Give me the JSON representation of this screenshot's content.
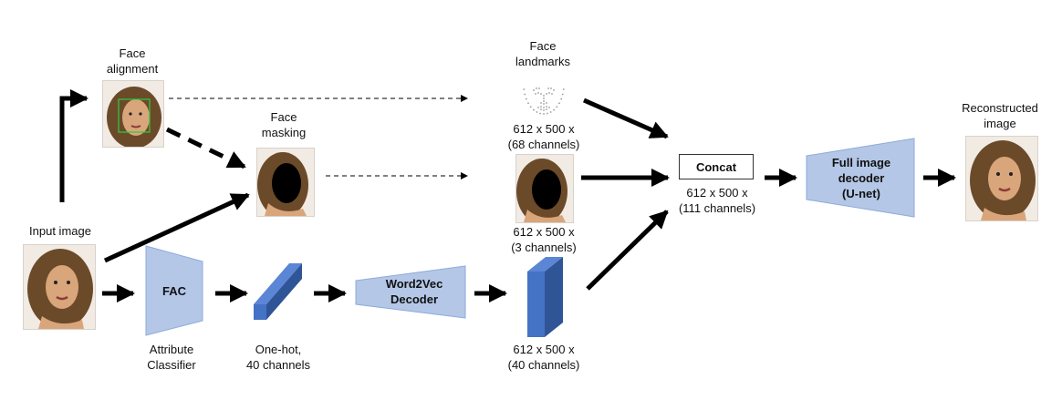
{
  "labels": {
    "face_alignment": "Face\nalignment",
    "face_masking": "Face\nmasking",
    "face_landmarks": "Face\nlandmarks",
    "reconstructed_image": "Reconstructed\nimage",
    "input_image": "Input image",
    "attribute_classifier": "Attribute\nClassifier",
    "one_hot": "One-hot,\n40 channels",
    "dim_landmarks": "612 x 500 x\n(68 channels)",
    "dim_masked": "612 x 500 x\n(3 channels)",
    "dim_concat": "612 x 500 x\n(111 channels)",
    "dim_word2vec": "612 x 500 x\n(40 channels)"
  },
  "blocks": {
    "fac": "FAC",
    "word2vec_decoder": "Word2Vec\nDecoder",
    "concat": "Concat",
    "full_image_decoder": "Full image\ndecoder\n(U-net)"
  },
  "colors": {
    "block_fill": "#b4c7e7",
    "block_stroke": "#8faadc",
    "tensor_front": "#4472c4",
    "tensor_side": "#2f5597",
    "tensor_top": "#5b86d6",
    "arrow": "#000000",
    "landmark_dot": "#9a9a9a",
    "align_box": "#2ecc40",
    "mask": "#000000"
  },
  "icons": {
    "face_photo": "face-portrait-icon",
    "masked_face": "masked-face-icon",
    "landmarks": "face-landmarks-icon"
  }
}
